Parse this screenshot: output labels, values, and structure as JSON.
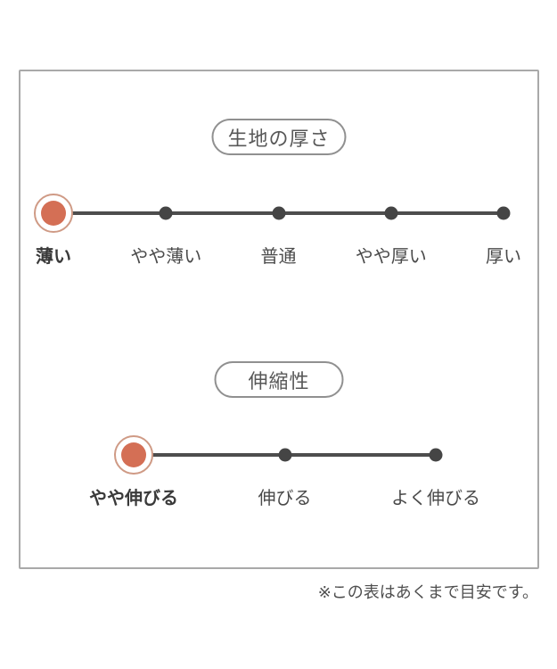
{
  "colors": {
    "accent": "#d46f55",
    "accent_ring": "#cf9a85",
    "dot": "#454545",
    "line": "#4d4d4d",
    "label_text": "#4a4a4a",
    "pill_border": "#909090",
    "pill_text": "#585858",
    "panel_border": "#a9a9a9",
    "note_text": "#4f4f4f"
  },
  "scales": [
    {
      "title": "生地の厚さ",
      "selected_value": "薄い",
      "options": [
        {
          "label": "薄い",
          "selected": true
        },
        {
          "label": "やや薄い",
          "selected": false
        },
        {
          "label": "普通",
          "selected": false
        },
        {
          "label": "やや厚い",
          "selected": false
        },
        {
          "label": "厚い",
          "selected": false
        }
      ]
    },
    {
      "title": "伸縮性",
      "selected_value": "やや伸びる",
      "options": [
        {
          "label": "やや伸びる",
          "selected": true
        },
        {
          "label": "伸びる",
          "selected": false
        },
        {
          "label": "よく伸びる",
          "selected": false
        }
      ]
    }
  ],
  "footer": {
    "note": "※この表はあくまで目安です。"
  }
}
